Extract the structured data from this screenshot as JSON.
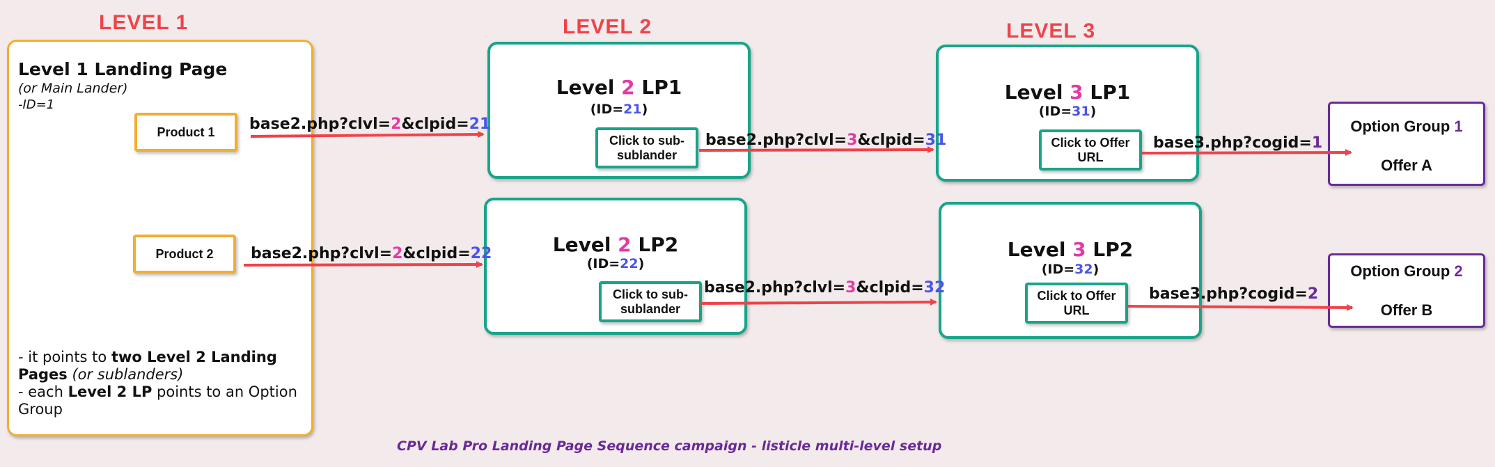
{
  "levels": [
    "LEVEL 1",
    "LEVEL 2",
    "LEVEL 3"
  ],
  "level1": {
    "title": "Level 1 Landing Page",
    "subtitle": "(or Main Lander)",
    "id_note": "-ID=1",
    "buttons": [
      "Product 1",
      "Product 2"
    ],
    "notes": {
      "line1_prefix": "- it points to ",
      "line1_bold": "two Level 2 Landing Pages",
      "line1_suffix": " (or sublanders)",
      "line2_prefix": "- each ",
      "line2_bold": "Level 2 LP",
      "line2_suffix": " points to an Option Group"
    }
  },
  "lp_pages": [
    {
      "title_prefix": "Level ",
      "level": "2",
      "title_suffix": " LP1",
      "id_prefix": "(ID=",
      "id": "21",
      "id_suffix": ")",
      "button": "Click to sub-sublander"
    },
    {
      "title_prefix": "Level ",
      "level": "2",
      "title_suffix": " LP2",
      "id_prefix": "(ID=",
      "id": "22",
      "id_suffix": ")",
      "button": "Click to sub-sublander"
    },
    {
      "title_prefix": "Level ",
      "level": "3",
      "title_suffix": " LP1",
      "id_prefix": "(ID=",
      "id": "31",
      "id_suffix": ")",
      "button": "Click to Offer URL"
    },
    {
      "title_prefix": "Level ",
      "level": "3",
      "title_suffix": " LP2",
      "id_prefix": "(ID=",
      "id": "32",
      "id_suffix": ")",
      "button": "Click to Offer URL"
    }
  ],
  "links": [
    {
      "prefix": "base2.php?clvl=",
      "clvl": "2",
      "mid": "&clpid=",
      "clpid": "21"
    },
    {
      "prefix": "base2.php?clvl=",
      "clvl": "2",
      "mid": "&clpid=",
      "clpid": "22"
    },
    {
      "prefix": "base2.php?clvl=",
      "clvl": "3",
      "mid": "&clpid=",
      "clpid": "31"
    },
    {
      "prefix": "base2.php?clvl=",
      "clvl": "3",
      "mid": "&clpid=",
      "clpid": "32"
    },
    {
      "prefix": "base3.php?cogid=",
      "cogid": "1"
    },
    {
      "prefix": "base3.php?cogid=",
      "cogid": "2"
    }
  ],
  "option_groups": [
    {
      "title_prefix": "Option Group ",
      "num": "1",
      "offer": "Offer A"
    },
    {
      "title_prefix": "Option Group ",
      "num": "2",
      "offer": "Offer B"
    }
  ],
  "caption": "CPV Lab Pro Landing Page Sequence campaign - listicle multi-level setup",
  "colors": {
    "background": "#f3ebeb",
    "level_heading": "#f0424a",
    "level1_border": "#f2ae2e",
    "lp_border": "#17a58a",
    "option_border": "#6a2a9a",
    "arrow": "#f0424a",
    "level_number": "#e23aa6",
    "id_number": "#4a55e6",
    "caption": "#6a2a9a"
  }
}
